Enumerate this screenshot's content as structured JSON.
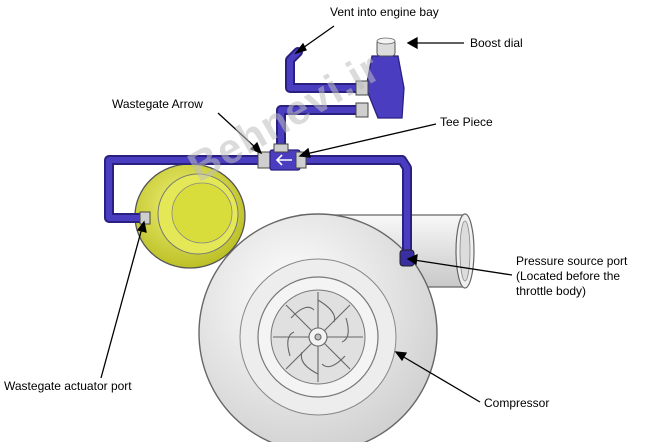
{
  "labels": {
    "vent": "Vent into engine bay",
    "boost_dial": "Boost dial",
    "wastegate_arrow": "Wastegate Arrow",
    "tee_piece": "Tee Piece",
    "pressure_source": [
      "Pressure source port",
      "(Located before the",
      "throttle body)"
    ],
    "wastegate_actuator": "Wastegate actuator port",
    "compressor": "Compressor"
  },
  "watermark": "Behnevi.ir",
  "colors": {
    "hose": "#3a2fa0",
    "actuator": "#d4d83a",
    "housing": "#e6e6e6",
    "outline": "#555555"
  }
}
